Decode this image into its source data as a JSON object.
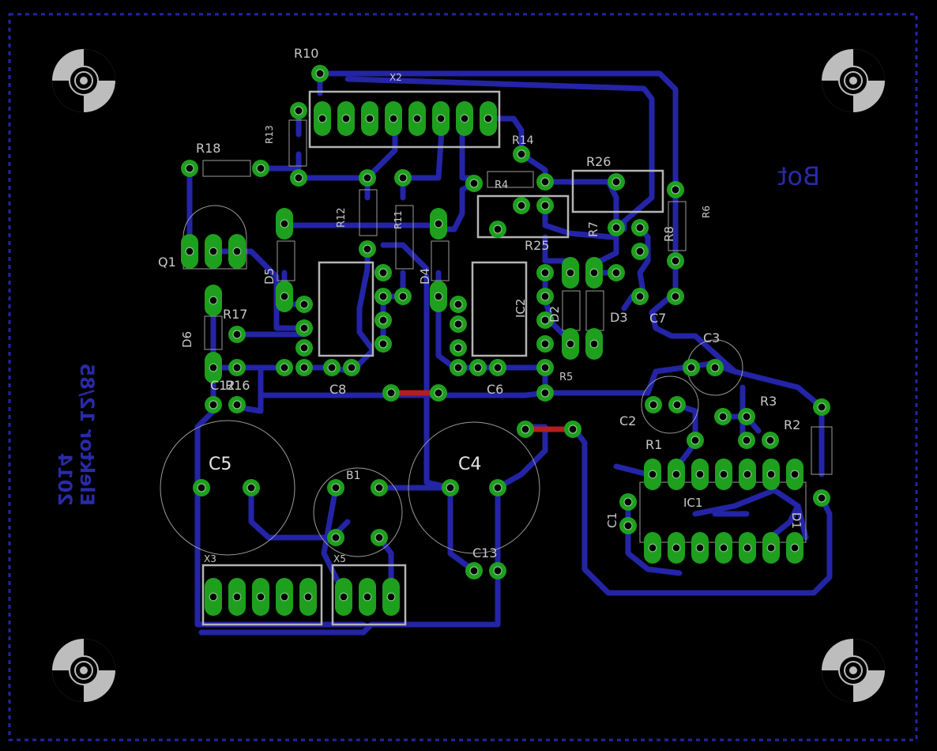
{
  "labels": {
    "R10": "R10",
    "X2": "X2",
    "R13": "R13",
    "R18": "R18",
    "R14": "R14",
    "R4": "R4",
    "R26": "R26",
    "Bot": "Bot",
    "R6": "R6",
    "R12": "R12",
    "R11": "R11",
    "R25": "R25",
    "R7": "R7",
    "R8": "R8",
    "Q1": "Q1",
    "D5": "D5",
    "D4": "D4",
    "IC2": "IC2",
    "D2": "D2",
    "D3": "D3",
    "C7": "C7",
    "C3": "C3",
    "R17": "R17",
    "D6": "D6",
    "C8": "C8",
    "C6": "C6",
    "R5": "R5",
    "C2": "C2",
    "R3": "R3",
    "R2": "R2",
    "C12": "C12",
    "R16": "R16",
    "R1": "R1",
    "C5": "C5",
    "C4": "C4",
    "B1": "B1",
    "IC1": "IC1",
    "C1": "C1",
    "D1": "D1",
    "C13": "C13",
    "X3": "X3",
    "X5": "X5"
  },
  "board_text": {
    "line1": "Elektor 12/85",
    "line2": "2014"
  },
  "colors": {
    "background": "#000000",
    "copper_trace": "#2424a6",
    "pad": "#1ea01e",
    "silkscreen": "#c8c8c8",
    "outline_dashed": "#2424a6",
    "vias_red": "#b41e1e"
  }
}
